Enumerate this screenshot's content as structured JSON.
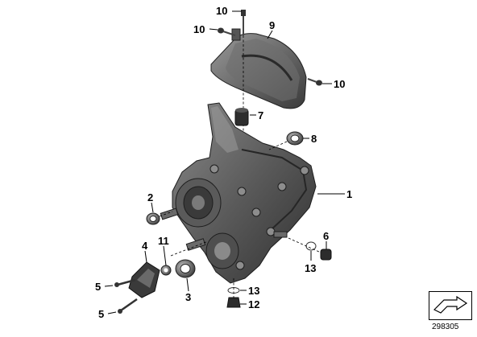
{
  "diagram": {
    "callouts": {
      "c1": "1",
      "c2": "2",
      "c3": "3",
      "c4": "4",
      "c5a": "5",
      "c5b": "5",
      "c6": "6",
      "c7": "7",
      "c8": "8",
      "c9": "9",
      "c10a": "10",
      "c10b": "10",
      "c10c": "10",
      "c11": "11",
      "c12": "12",
      "c13a": "13",
      "c13b": "13"
    },
    "reference_number": "298305",
    "reference_icon": "angled-arrow-icon"
  }
}
